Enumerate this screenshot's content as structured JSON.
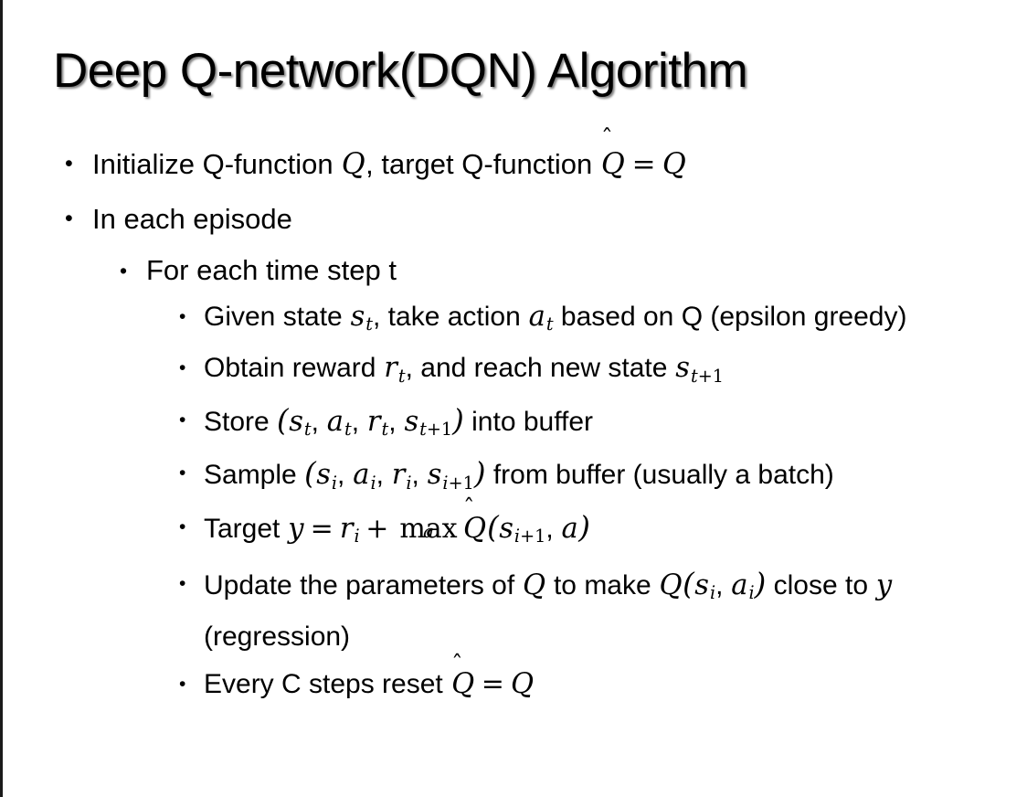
{
  "slide": {
    "title": "Deep Q-network(DQN) Algorithm",
    "bullet_marker": "•",
    "background_color": "#ffffff",
    "text_color": "#000000",
    "accent_border_color": "#1a1a1a"
  },
  "content": {
    "items": [
      {
        "level": 1,
        "plain_text": "Initialize Q-function Q, target Q-function Q̂ = Q",
        "segments": {
          "lead": "Initialize Q-function ",
          "var_q1": "Q",
          "mid": ", target Q-function ",
          "qhat_base": "Q",
          "qhat_accent": "̂",
          "equals": "=",
          "var_q2": "Q"
        }
      },
      {
        "level": 1,
        "plain_text": "In each episode",
        "segments": {
          "lead": "In each episode"
        }
      },
      {
        "level": 2,
        "plain_text": "For each time step t",
        "segments": {
          "lead": "For each time step t"
        }
      },
      {
        "level": 3,
        "plain_text": "Given state s_t, take action a_t based on Q (epsilon greedy)",
        "segments": {
          "lead": "Given state ",
          "var_s": "s",
          "sub_s": "t",
          "mid1": ", take action ",
          "var_a": "a",
          "sub_a": "t",
          "tail": " based on Q (epsilon greedy)"
        }
      },
      {
        "level": 3,
        "plain_text": "Obtain reward r_t, and reach new state s_{t+1}",
        "segments": {
          "lead": "Obtain reward ",
          "var_r": "r",
          "sub_r": "t",
          "mid1": ", and reach new state ",
          "var_s": "s",
          "sub_s_var": "t",
          "sub_s_plus": "+1"
        }
      },
      {
        "level": 3,
        "plain_text": "Store (s_t, a_t, r_t, s_{t+1}) into buffer",
        "segments": {
          "lead": "Store ",
          "open_paren": "(",
          "var_s1": "s",
          "sub_s1": "t",
          "comma1": ", ",
          "var_a": "a",
          "sub_a": "t",
          "comma2": ", ",
          "var_r": "r",
          "sub_r": "t",
          "comma3": ", ",
          "var_s2": "s",
          "sub_s2_var": "t",
          "sub_s2_plus": "+1",
          "close_paren": ")",
          "tail": " into buffer"
        }
      },
      {
        "level": 3,
        "plain_text": "Sample (s_i, a_i, r_i, s_{i+1}) from buffer (usually a batch)",
        "segments": {
          "lead": "Sample ",
          "open_paren": "(",
          "var_s1": "s",
          "sub_s1": "i",
          "comma1": ", ",
          "var_a": "a",
          "sub_a": "i",
          "comma2": ", ",
          "var_r": "r",
          "sub_r": "i",
          "comma3": ", ",
          "var_s2": "s",
          "sub_s2_var": "i",
          "sub_s2_plus": "+1",
          "close_paren": ")",
          "tail": " from buffer (usually a batch)"
        }
      },
      {
        "level": 3,
        "plain_text": "Target y = r_i + max_a Q̂(s_{i+1}, a)",
        "segments": {
          "lead": "Target ",
          "var_y": "y",
          "equals": "=",
          "var_r": "r",
          "sub_r": "i",
          "plus": "+",
          "max_op": "max",
          "max_limit": "a",
          "qhat_base": "Q",
          "qhat_accent": "̂",
          "open_paren": "(",
          "var_s": "s",
          "sub_s_var": "i",
          "sub_s_plus": "+1",
          "comma": ", ",
          "var_a": "a",
          "close_paren": ")"
        }
      },
      {
        "level": 3,
        "plain_text": "Update the parameters of Q to make Q(s_i, a_i) close to y (regression)",
        "segments": {
          "lead": "Update the parameters of ",
          "var_q1": "Q",
          "mid1": " to make ",
          "var_q2": "Q",
          "open_paren": "(",
          "var_s": "s",
          "sub_s": "i",
          "comma": ", ",
          "var_a": "a",
          "sub_a": "i",
          "close_paren": ")",
          "mid2": " close to ",
          "var_y": "y",
          "tail": " (regression)"
        }
      },
      {
        "level": 3,
        "plain_text": "Every C steps reset Q̂ = Q",
        "segments": {
          "lead": "Every C steps reset ",
          "qhat_base": "Q",
          "qhat_accent": "̂",
          "equals": "=",
          "var_q": "Q"
        }
      }
    ]
  }
}
